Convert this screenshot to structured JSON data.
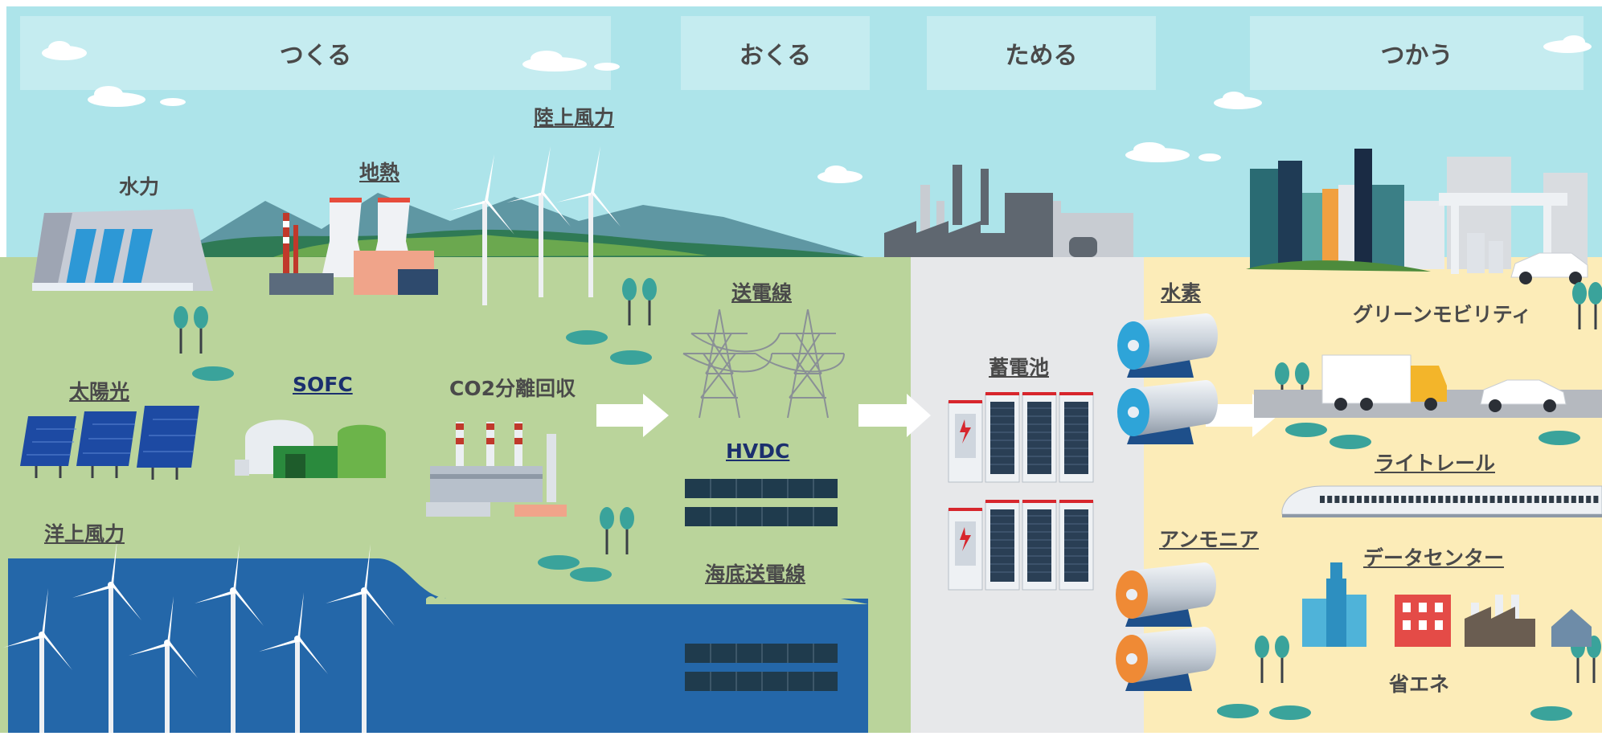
{
  "headers": {
    "make": "つくる",
    "send": "おくる",
    "store": "ためる",
    "use": "つかう"
  },
  "labels": {
    "hydro": "水力",
    "geothermal": "地熱",
    "onshore_wind": "陸上風力",
    "solar": "太陽光",
    "sofc": "SOFC",
    "co2": "CO2分離回収",
    "offshore_wind": "洋上風力",
    "transmission": "送電線",
    "hvdc": "HVDC",
    "subsea": "海底送電線",
    "battery": "蓄電池",
    "hydrogen": "水素",
    "ammonia": "アンモニア",
    "green_mobility": "グリーンモビリティ",
    "light_rail": "ライトレール",
    "datacenter": "データセンター",
    "energy_saving": "省エネ"
  },
  "colors": {
    "sky": "#ade4ea",
    "grass": "#bad49b",
    "store_bg": "#e7e8ea",
    "use_bg": "#fcecb8",
    "sea": "#2467a9",
    "hydrogen_tank": "#2ea4d8",
    "ammonia_tank": "#ef8a35",
    "truck": "#f3b52a"
  }
}
